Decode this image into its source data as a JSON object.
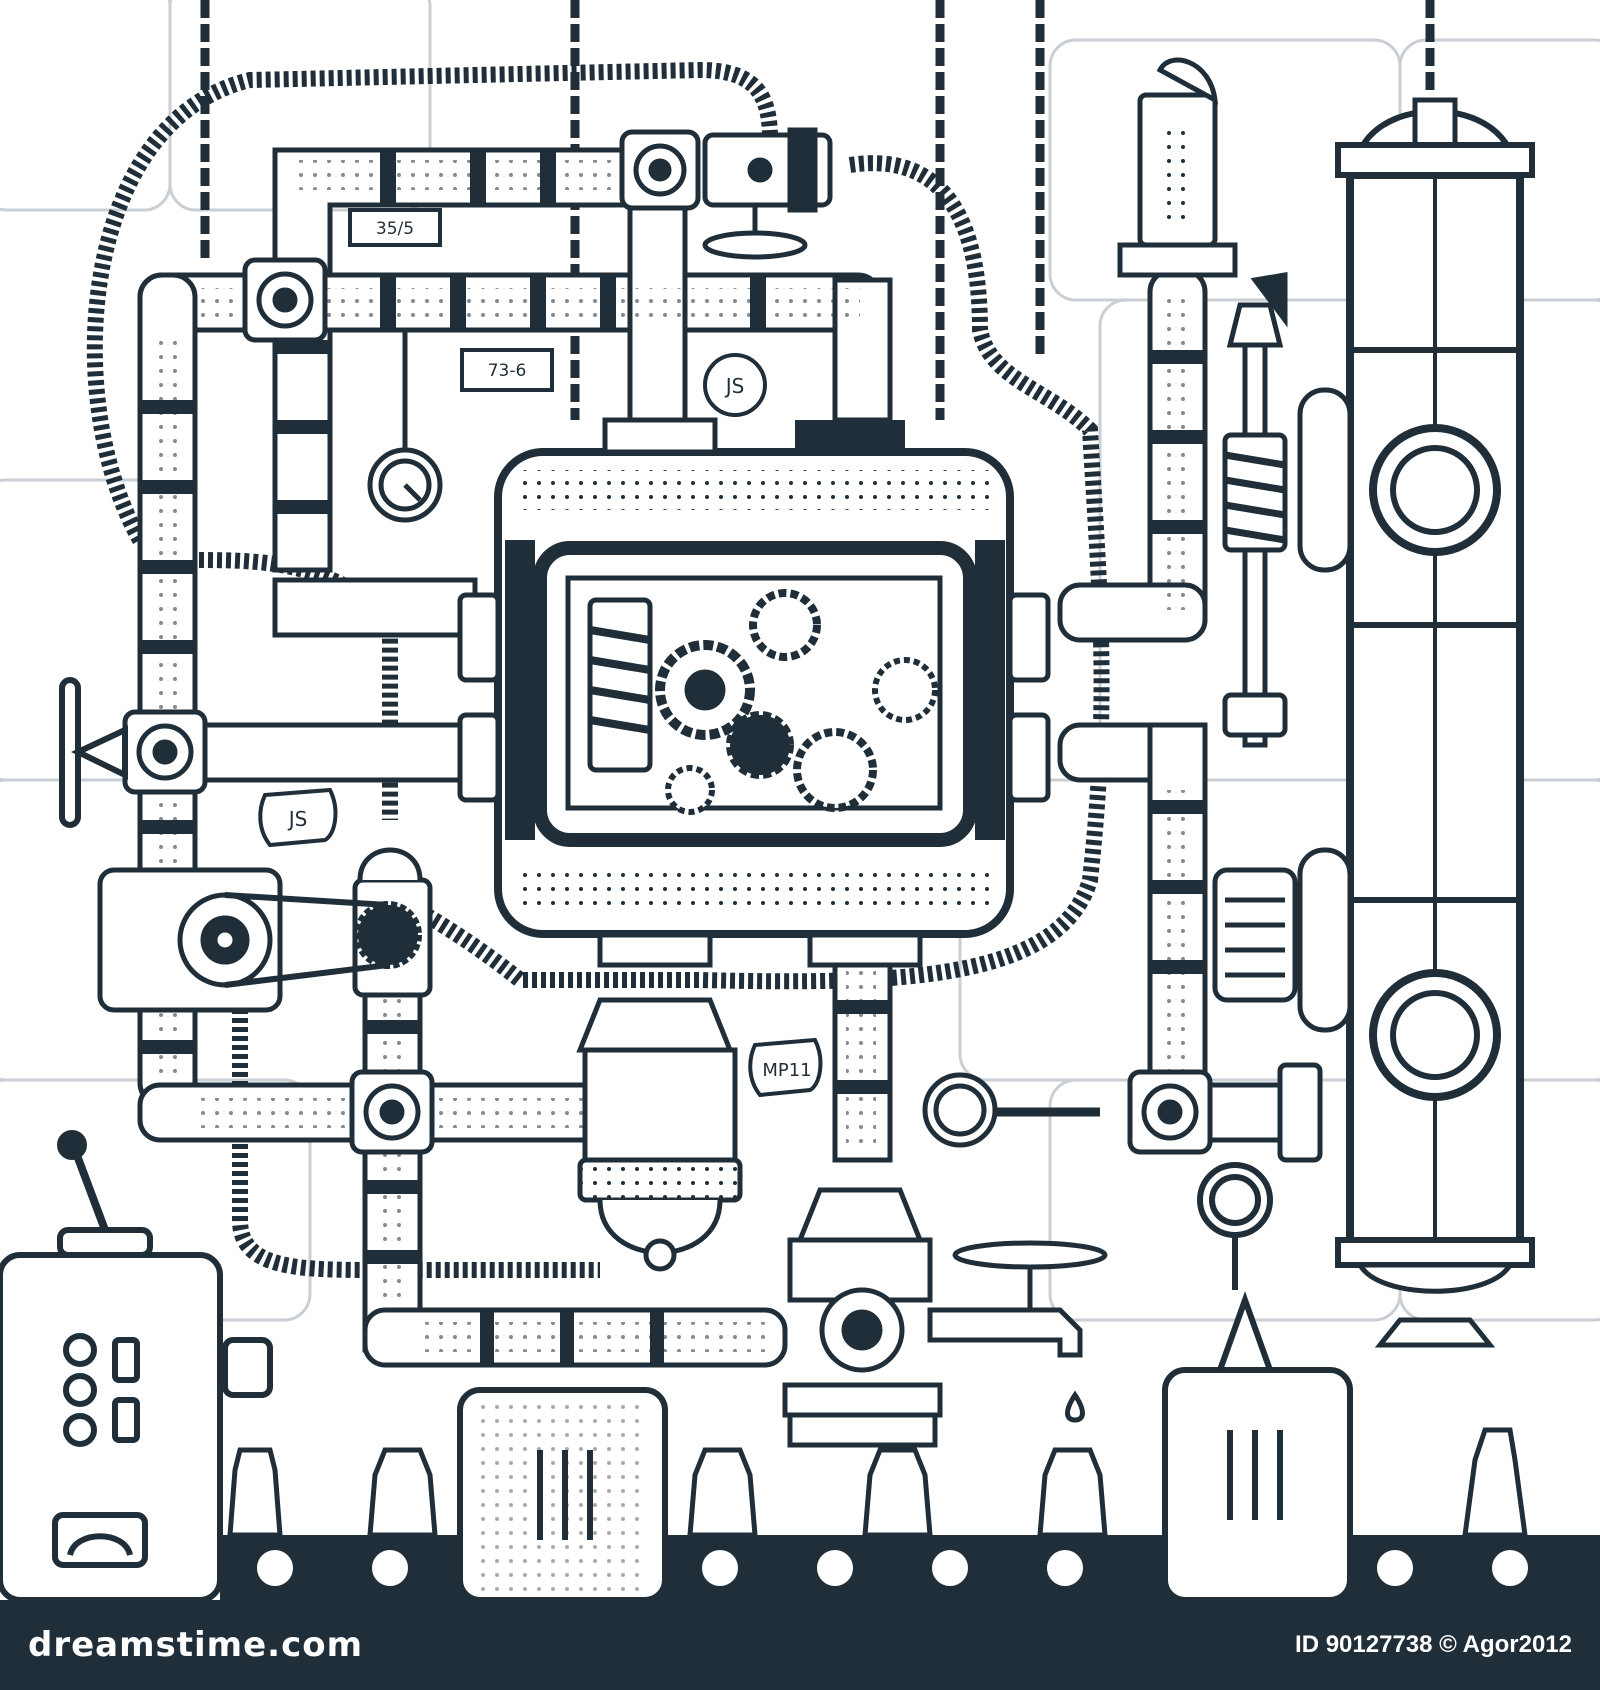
{
  "scene": {
    "tags": {
      "tag_35_5": "35/5",
      "tag_73_6": "73-6",
      "tag_js_top": "JS",
      "tag_js_left": "JS",
      "tag_mp11": "MP11"
    },
    "colors": {
      "ink": "#1f2e38",
      "tile_lines": "#c9cfd4",
      "background": "#ffffff"
    }
  },
  "footer": {
    "brand": "dreamstime.com",
    "credit": "ID 90127738 © Agor2012"
  }
}
